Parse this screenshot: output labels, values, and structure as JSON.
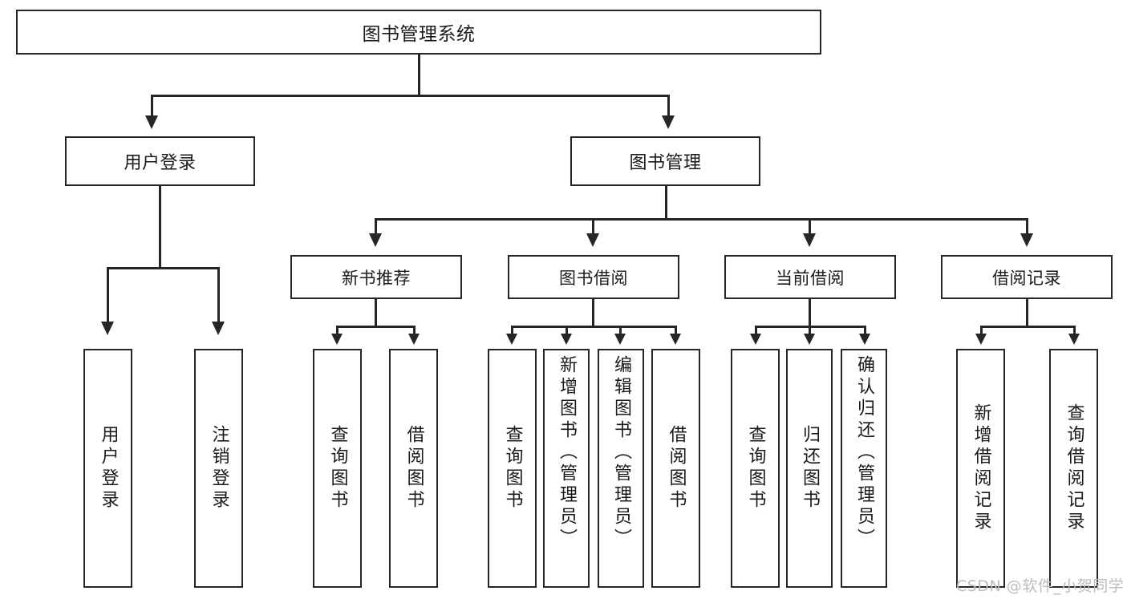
{
  "diagram": {
    "title": "图书管理系统",
    "type": "tree-hierarchy",
    "root": {
      "label": "图书管理系统"
    },
    "level1": [
      {
        "label": "用户登录"
      },
      {
        "label": "图书管理"
      }
    ],
    "level2": [
      {
        "label": "新书推荐"
      },
      {
        "label": "图书借阅"
      },
      {
        "label": "当前借阅"
      },
      {
        "label": "借阅记录"
      }
    ],
    "leaves": {
      "user_login": [
        {
          "label": "用户登录"
        },
        {
          "label": "注销登录"
        }
      ],
      "new_book_recommend": [
        {
          "label": "查询图书"
        },
        {
          "label": "借阅图书"
        }
      ],
      "book_borrow": [
        {
          "label": "查询图书"
        },
        {
          "label": "新增图书（管理员）"
        },
        {
          "label": "编辑图书（管理员）"
        },
        {
          "label": "借阅图书"
        }
      ],
      "current_borrow": [
        {
          "label": "查询图书"
        },
        {
          "label": "归还图书"
        },
        {
          "label": "确认归还（管理员）"
        }
      ],
      "borrow_record": [
        {
          "label": "新增借阅记录"
        },
        {
          "label": "查询借阅记录"
        }
      ]
    }
  },
  "watermark": {
    "text": "CSDN @软件_小贺同学"
  },
  "colors": {
    "stroke": "#262626",
    "background": "#ffffff",
    "text": "#1a1a1a",
    "watermark": "#bcbcbc"
  }
}
